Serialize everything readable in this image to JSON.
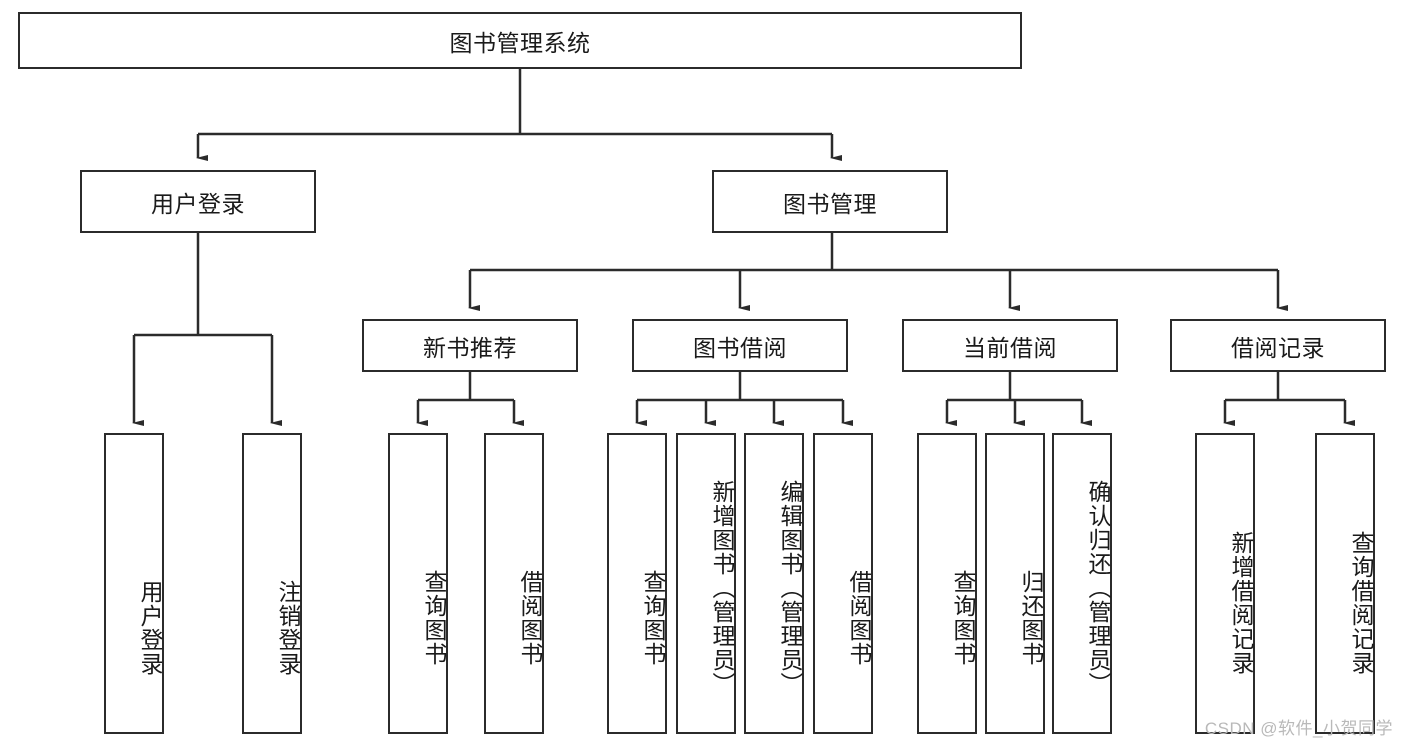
{
  "diagram": {
    "type": "tree",
    "title": "图书管理系统",
    "orientation": "top-down",
    "root": {
      "id": "root",
      "label": "图书管理系统"
    },
    "level2": [
      {
        "id": "user-login",
        "label": "用户登录"
      },
      {
        "id": "book-manage",
        "label": "图书管理"
      }
    ],
    "level3": [
      {
        "id": "new-book-rec",
        "label": "新书推荐",
        "parent": "book-manage"
      },
      {
        "id": "book-borrow",
        "label": "图书借阅",
        "parent": "book-manage"
      },
      {
        "id": "current-borrow",
        "label": "当前借阅",
        "parent": "book-manage"
      },
      {
        "id": "borrow-record",
        "label": "借阅记录",
        "parent": "book-manage"
      }
    ],
    "leaves": [
      {
        "id": "leaf-user-login",
        "label": "用户登录",
        "parent": "user-login"
      },
      {
        "id": "leaf-user-logout",
        "label": "注销登录",
        "parent": "user-login"
      },
      {
        "id": "leaf-rec-query",
        "label": "查询图书",
        "parent": "new-book-rec"
      },
      {
        "id": "leaf-rec-borrow",
        "label": "借阅图书",
        "parent": "new-book-rec"
      },
      {
        "id": "leaf-bb-query",
        "label": "查询图书",
        "parent": "book-borrow"
      },
      {
        "id": "leaf-bb-add",
        "label": "新增图书（管理员）",
        "parent": "book-borrow"
      },
      {
        "id": "leaf-bb-edit",
        "label": "编辑图书（管理员）",
        "parent": "book-borrow"
      },
      {
        "id": "leaf-bb-borrow",
        "label": "借阅图书",
        "parent": "book-borrow"
      },
      {
        "id": "leaf-cb-query",
        "label": "查询图书",
        "parent": "current-borrow"
      },
      {
        "id": "leaf-cb-return",
        "label": "归还图书",
        "parent": "current-borrow"
      },
      {
        "id": "leaf-cb-confirm",
        "label": "确认归还（管理员）",
        "parent": "current-borrow"
      },
      {
        "id": "leaf-br-add",
        "label": "新增借阅记录",
        "parent": "borrow-record"
      },
      {
        "id": "leaf-br-query",
        "label": "查询借阅记录",
        "parent": "borrow-record"
      }
    ]
  },
  "watermark": {
    "text": "CSDN @软件_小贺同学"
  },
  "colors": {
    "border": "#2b2b2b",
    "background": "#ffffff",
    "text": "#1a1a1a",
    "watermark": "#b9b9b9"
  }
}
